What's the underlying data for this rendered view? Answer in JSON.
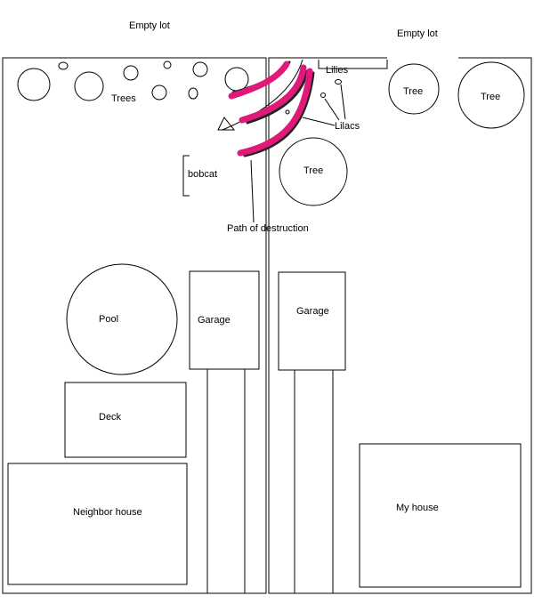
{
  "labels": {
    "empty_lot_left": "Empty lot",
    "empty_lot_right": "Empty lot",
    "trees": "Trees",
    "lilies": "Lilies",
    "lilacs": "Lilacs",
    "tree_1": "Tree",
    "tree_2": "Tree",
    "tree_3": "Tree",
    "bobcat": "bobcat",
    "path_of_destruction": "Path of destruction",
    "pool": "Pool",
    "garage_left": "Garage",
    "garage_right": "Garage",
    "deck": "Deck",
    "neighbor_house": "Neighbor house",
    "my_house": "My house"
  },
  "colors": {
    "destruction": "#e0197a"
  }
}
